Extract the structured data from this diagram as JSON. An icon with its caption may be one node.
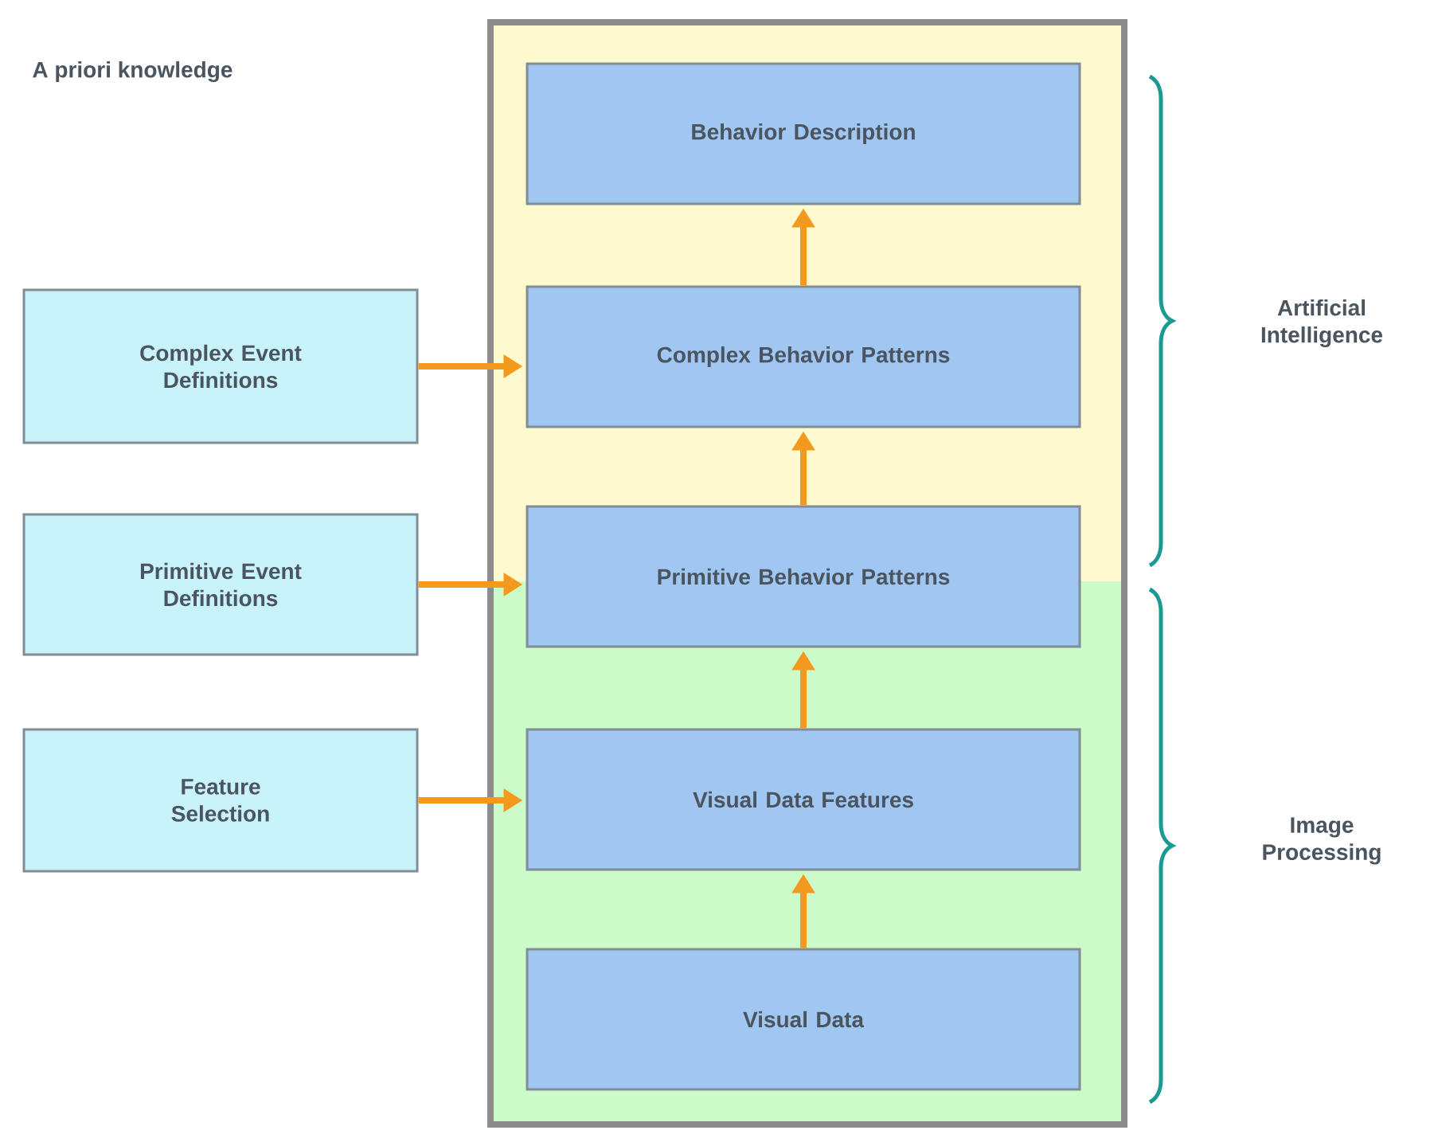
{
  "diagram": {
    "nodes": [
      {
        "text": [],
        "shape": "box"
      },
      {
        "text": [
          "Behavior Description"
        ],
        "in": 0
      },
      {
        "text": [
          "Complex Event Definitions"
        ]
      },
      {
        "text": [
          "Complex Behavior Patterns"
        ],
        "in": 0
      },
      {
        "text": [
          "Primitive Event Definitions"
        ]
      },
      {
        "text": [
          "Primitive Behavior Patterns"
        ],
        "in": 0
      },
      {
        "text": [
          "Feature Selection"
        ]
      },
      {
        "text": [
          "Visual Data Features"
        ],
        "in": 0
      },
      {
        "text": [
          "Visual Data"
        ],
        "in": 0
      }
    ],
    "edges": [
      {
        "from": 3,
        "to": 1,
        "arrow": "to"
      },
      {
        "from": 2,
        "to": 3,
        "arrow": "to"
      },
      {
        "from": 5,
        "to": 3,
        "arrow": "to"
      },
      {
        "from": 4,
        "to": 5,
        "arrow": "to"
      },
      {
        "from": 7,
        "to": 5,
        "arrow": "to"
      },
      {
        "from": 6,
        "to": 7,
        "arrow": "to"
      },
      {
        "from": 8,
        "to": 7,
        "arrow": "to"
      }
    ],
    "labels": [
      "A priori knowledge",
      "Artificial Intelligence",
      "Image Processing"
    ]
  }
}
